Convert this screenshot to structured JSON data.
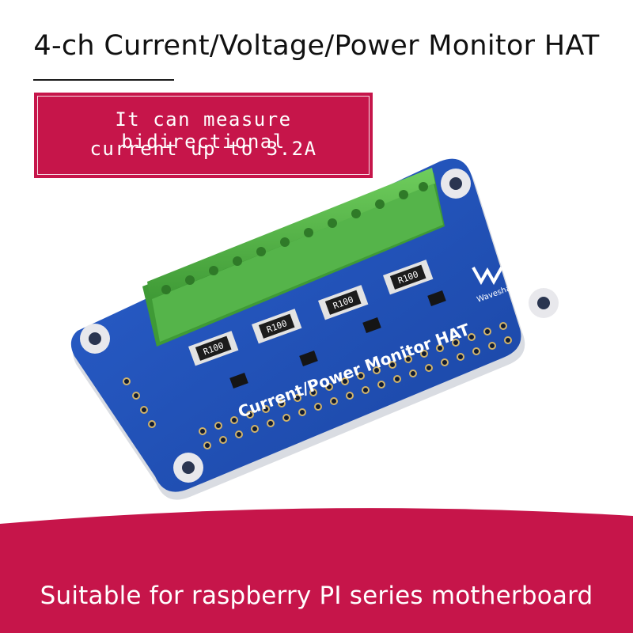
{
  "title": "4-ch Current/Voltage/Power Monitor HAT",
  "callout": {
    "line1": "It can measure bidirectional",
    "line2": "current up to 3.2A"
  },
  "board": {
    "silkscreen": "Current/Power Monitor HAT",
    "brand": "Waveshare",
    "resistor_label": "R100"
  },
  "footer": "Suitable for raspberry PI series motherboard",
  "colors": {
    "accent": "#c6154a",
    "pcb": "#1d4fb3",
    "terminal": "#58b94c"
  }
}
